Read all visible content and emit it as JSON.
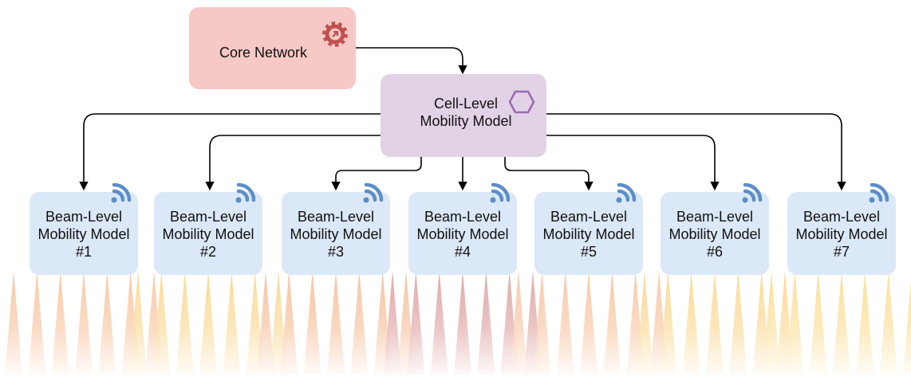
{
  "core_network": {
    "label": "Core Network",
    "icon": "gear-warning-icon",
    "color": "#f6c8c6"
  },
  "cell_model": {
    "label": "Cell-Level\nMobility Model",
    "icon": "hexagon-icon",
    "color": "#e2d2e5"
  },
  "beam_models": [
    {
      "label": "Beam-Level\nMobility Model\n#1",
      "beam_color": "#f6b98c"
    },
    {
      "label": "Beam-Level\nMobility Model\n#2",
      "beam_color": "#f9cf7a"
    },
    {
      "label": "Beam-Level\nMobility Model\n#3",
      "beam_color": "#f4b386"
    },
    {
      "label": "Beam-Level\nMobility Model\n#4",
      "beam_color": "#d98f8f"
    },
    {
      "label": "Beam-Level\nMobility Model\n#5",
      "beam_color": "#f6b98c"
    },
    {
      "label": "Beam-Level\nMobility Model\n#6",
      "beam_color": "#f9cf7a"
    },
    {
      "label": "Beam-Level\nMobility Model\n#7",
      "beam_color": "#f9d77e"
    }
  ],
  "beam_icon": "wifi-signal-icon",
  "beam_box_color": "#dbe8f7",
  "icon_colors": {
    "gear": "#c0504d",
    "hexagon": "#9b6db2",
    "signal": "#5b8ec9"
  }
}
